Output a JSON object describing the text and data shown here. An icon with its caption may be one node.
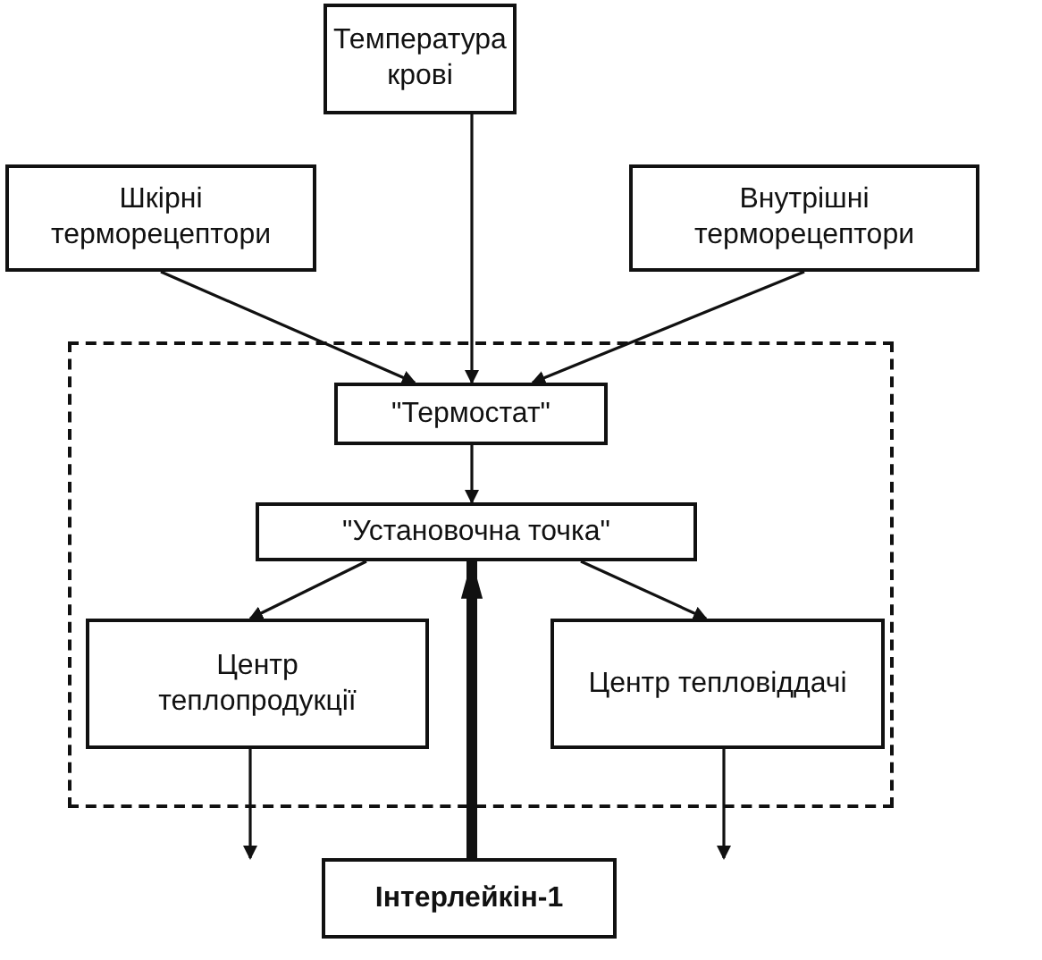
{
  "diagram": {
    "nodes": [
      {
        "text": [
          "Температура крові"
        ]
      },
      {
        "text": [
          "Шкірні терморецептори"
        ]
      },
      {
        "text": [
          "Внутрішні терморецептори"
        ]
      },
      {
        "text": [],
        "shape": "box"
      },
      {
        "text": [
          "\"Термостат\""
        ],
        "in": 3
      },
      {
        "text": [
          "\"Установочна точка\""
        ],
        "in": 3
      },
      {
        "text": [
          "Центр теплопродукції"
        ],
        "in": 3
      },
      {
        "text": [
          "Центр тепловіддачі"
        ],
        "in": 3
      },
      {
        "text": [
          "Інтерлейкін-1"
        ]
      }
    ],
    "edges": [
      {
        "from": 0,
        "to": 4,
        "arrow": "to"
      },
      {
        "from": 1,
        "to": 4,
        "arrow": "to"
      },
      {
        "from": 2,
        "to": 4,
        "arrow": "to"
      },
      {
        "from": 4,
        "to": 5,
        "arrow": "to"
      },
      {
        "from": 5,
        "to": 6,
        "arrow": "to"
      },
      {
        "from": 5,
        "to": 7,
        "arrow": "to"
      },
      {
        "from": 8,
        "to": 5,
        "arrow": "to",
        "style": "thick"
      },
      {
        "from": 6,
        "to": null,
        "arrow": "to"
      },
      {
        "from": 7,
        "to": null,
        "arrow": "to"
      }
    ]
  }
}
